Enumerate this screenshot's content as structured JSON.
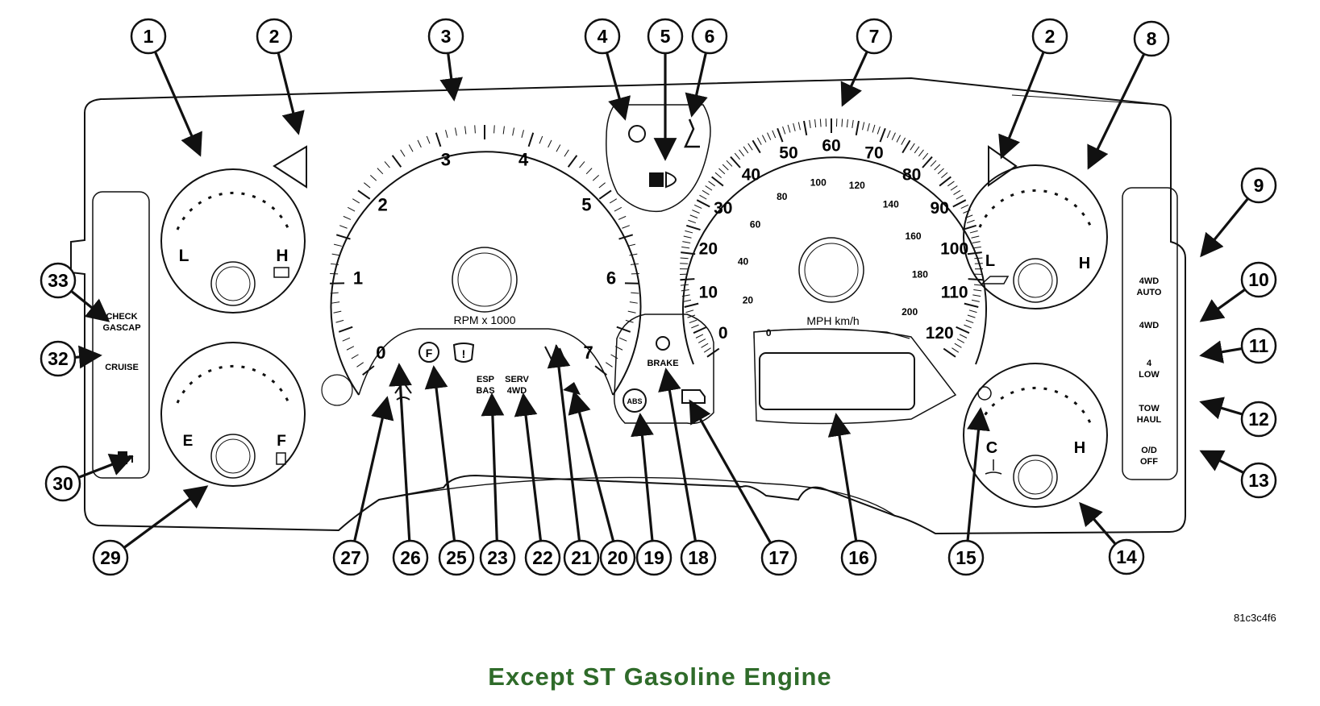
{
  "caption": "Except ST Gasoline Engine",
  "image_code": "81c3c4f6",
  "tach": {
    "ticks": [
      "0",
      "1",
      "2",
      "3",
      "4",
      "5",
      "6",
      "7"
    ],
    "label": "RPM x 1000"
  },
  "speedo": {
    "mph_ticks": [
      "0",
      "10",
      "20",
      "30",
      "40",
      "50",
      "60",
      "70",
      "80",
      "90",
      "100",
      "110",
      "120"
    ],
    "kmh_ticks": [
      "0",
      "20",
      "40",
      "60",
      "80",
      "100",
      "120",
      "140",
      "160",
      "180",
      "200"
    ],
    "label": "MPH km/h"
  },
  "gauges": {
    "battery": {
      "low": "L",
      "high": "H"
    },
    "oil": {
      "low": "L",
      "high": "H"
    },
    "fuel": {
      "empty": "E",
      "full": "F"
    },
    "temp": {
      "cold": "C",
      "hot": "H"
    }
  },
  "indicators": {
    "check_gascap": "CHECK GASCAP",
    "cruise": "CRUISE",
    "four_wd_auto": "4WD AUTO",
    "four_wd": "4WD",
    "four_low": "4 LOW",
    "tow_haul": "TOW HAUL",
    "od_off": "O/D OFF",
    "esp_bas": "ESP BAS",
    "serv_4wd": "SERV 4WD",
    "brake": "BRAKE",
    "abs": "ABS"
  },
  "callouts": [
    "1",
    "2",
    "3",
    "4",
    "5",
    "6",
    "7",
    "2",
    "8",
    "9",
    "10",
    "11",
    "12",
    "13",
    "14",
    "15",
    "16",
    "17",
    "18",
    "19",
    "20",
    "21",
    "22",
    "23",
    "25",
    "26",
    "27",
    "29",
    "30",
    "32",
    "33"
  ]
}
